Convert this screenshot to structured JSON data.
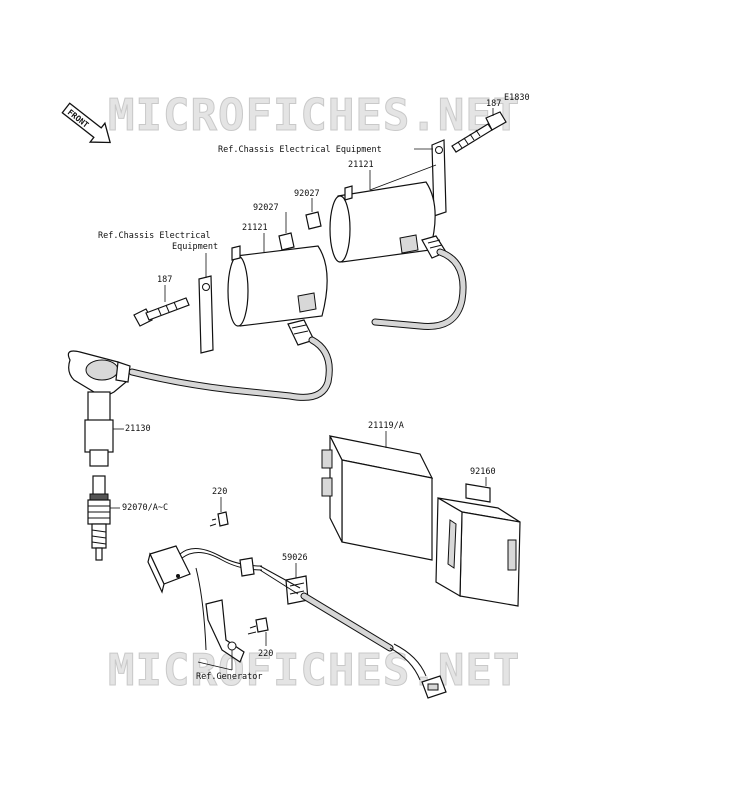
{
  "watermark": {
    "text_top": "MICROFICHES.NET",
    "text_bottom": "MICROFICHES.NET"
  },
  "front_badge": "FRONT",
  "diagram_id": "E1830",
  "labels": {
    "bolt_187_upper": "187",
    "ref_chassis_upper": "Ref.Chassis Electrical Equipment",
    "coil_21121_upper": "21121",
    "cap_92027_upper": "92027",
    "cap_92027_lower": "92027",
    "coil_21121_lower": "21121",
    "ref_chassis_lower_line1": "Ref.Chassis Electrical",
    "ref_chassis_lower_line2": "Equipment",
    "bolt_187_lower": "187",
    "plug_cap_21130": "21130",
    "spark_plug_92070": "92070/A~C",
    "screw_220_upper": "220",
    "igniter_21119": "21119/A",
    "holder_92160": "92160",
    "grommet_59026": "59026",
    "screw_220_lower": "220",
    "ref_generator": "Ref.Generator"
  }
}
